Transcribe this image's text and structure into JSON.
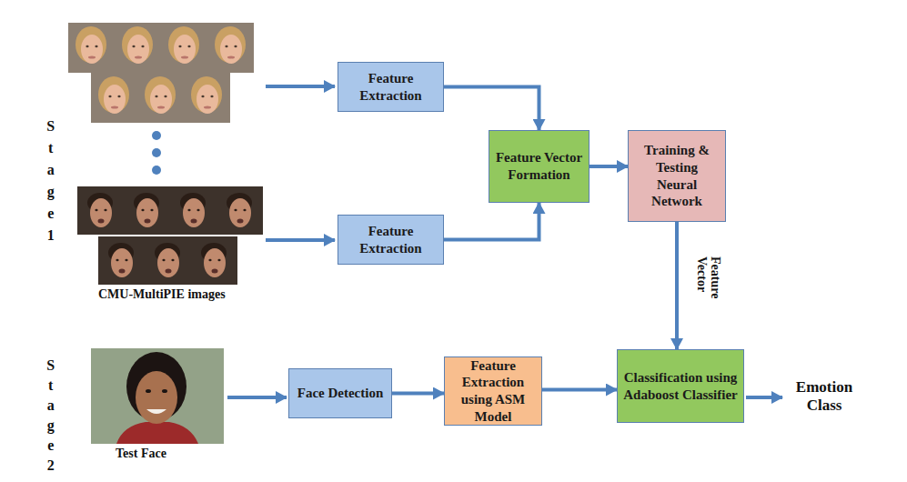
{
  "diagram": {
    "nodes": [
      {
        "text": [
          "Feature Extraction"
        ]
      },
      {
        "text": [
          "Feature Extraction"
        ]
      },
      {
        "text": [
          "Feature Vector Formation"
        ]
      },
      {
        "text": [
          "Training & Testing Neural Network"
        ]
      },
      {
        "text": [
          "Face Detection"
        ]
      },
      {
        "text": [
          "Feature Extraction using ASM Model"
        ]
      },
      {
        "text": [
          "Classification using Adaboost Classifier"
        ]
      }
    ],
    "edges": [
      {
        "from": 0,
        "to": 2,
        "arrow": "to"
      },
      {
        "from": 1,
        "to": 2,
        "arrow": "to"
      },
      {
        "from": 2,
        "to": 3,
        "arrow": "to"
      },
      {
        "from": 3,
        "to": 6,
        "label": "Feature Vector",
        "arrow": "to"
      },
      {
        "from": 4,
        "to": 5,
        "arrow": "to"
      },
      {
        "from": 5,
        "to": 6,
        "arrow": "to"
      }
    ],
    "labels": [
      "Stage1",
      "CMU-MultiPIE images",
      "Stage2",
      "Test Face",
      "Emotion Class"
    ]
  }
}
